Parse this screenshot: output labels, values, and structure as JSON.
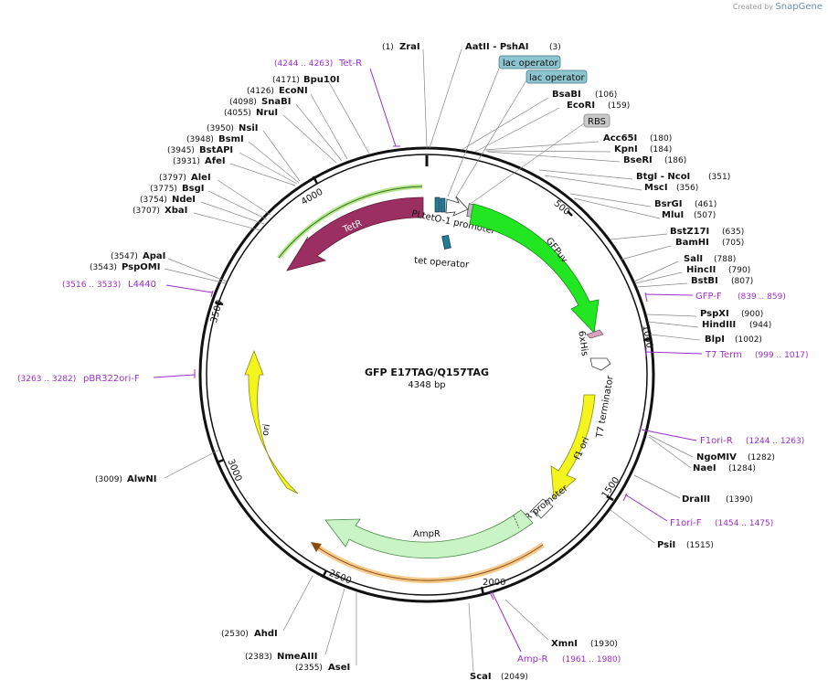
{
  "brand": {
    "created_by": "Created by",
    "product": "SnapGene"
  },
  "plasmid": {
    "name": "GFP E17TAG/Q157TAG",
    "size": "4348 bp"
  },
  "ticks": [
    "500",
    "1000",
    "1500",
    "2000",
    "2500",
    "3000",
    "3500",
    "4000"
  ],
  "sites_right": [
    {
      "pos": "(3)",
      "name": "AatII  - PshAI"
    },
    {
      "pos": "(106)",
      "name": "BsaBI"
    },
    {
      "pos": "(159)",
      "name": "EcoRI"
    },
    {
      "pos": "(180)",
      "name": "Acc65I"
    },
    {
      "pos": "(184)",
      "name": "KpnI"
    },
    {
      "pos": "(186)",
      "name": "BseRI"
    },
    {
      "pos": "(351)",
      "name": "BtgI   - NcoI"
    },
    {
      "pos": "(356)",
      "name": "MscI"
    },
    {
      "pos": "(461)",
      "name": "BsrGI"
    },
    {
      "pos": "(507)",
      "name": "MluI"
    },
    {
      "pos": "(635)",
      "name": "BstZ17I"
    },
    {
      "pos": "(705)",
      "name": "BamHI"
    },
    {
      "pos": "(788)",
      "name": "SalI"
    },
    {
      "pos": "(790)",
      "name": "HincII"
    },
    {
      "pos": "(807)",
      "name": "BstBI"
    },
    {
      "pos": "(900)",
      "name": "PspXI"
    },
    {
      "pos": "(944)",
      "name": "HindIII"
    },
    {
      "pos": "(1002)",
      "name": "BlpI"
    },
    {
      "pos": "(1282)",
      "name": "NgoMIV"
    },
    {
      "pos": "(1284)",
      "name": "NaeI"
    },
    {
      "pos": "(1390)",
      "name": "DraIII"
    },
    {
      "pos": "(1515)",
      "name": "PsiI"
    },
    {
      "pos": "(1930)",
      "name": "XmnI"
    }
  ],
  "sites_left": [
    {
      "pos": "(1)",
      "name": "ZraI"
    },
    {
      "pos": "(4171)",
      "name": "Bpu10I"
    },
    {
      "pos": "(4126)",
      "name": "EcoNI"
    },
    {
      "pos": "(4098)",
      "name": "SnaBI"
    },
    {
      "pos": "(4055)",
      "name": "NruI"
    },
    {
      "pos": "(3950)",
      "name": "NsiI"
    },
    {
      "pos": "(3948)",
      "name": "BsmI"
    },
    {
      "pos": "(3945)",
      "name": "BstAPI"
    },
    {
      "pos": "(3931)",
      "name": "AfeI"
    },
    {
      "pos": "(3797)",
      "name": "AleI"
    },
    {
      "pos": "(3775)",
      "name": "BsgI"
    },
    {
      "pos": "(3754)",
      "name": "NdeI"
    },
    {
      "pos": "(3707)",
      "name": "XbaI"
    },
    {
      "pos": "(3547)",
      "name": "ApaI"
    },
    {
      "pos": "(3543)",
      "name": "PspOMI"
    },
    {
      "pos": "(3009)",
      "name": "AlwNI"
    },
    {
      "pos": "(2530)",
      "name": "AhdI"
    },
    {
      "pos": "(2383)",
      "name": "NmeAIII"
    },
    {
      "pos": "(2355)",
      "name": "AseI"
    }
  ],
  "site_bottom": {
    "name": "ScaI",
    "pos": "(2049)"
  },
  "primers": [
    {
      "name": "Tet-R",
      "range": "(4244 .. 4263)"
    },
    {
      "name": "L4440",
      "range": "(3516 .. 3533)"
    },
    {
      "name": "pBR322ori-F",
      "range": "(3263 .. 3282)"
    },
    {
      "name": "GFP-F",
      "range": "(839 .. 859)"
    },
    {
      "name": "T7 Term",
      "range": "(999 .. 1017)"
    },
    {
      "name": "F1ori-R",
      "range": "(1244 .. 1263)"
    },
    {
      "name": "F1ori-F",
      "range": "(1454 .. 1475)"
    },
    {
      "name": "Amp-R",
      "range": "(1961 .. 1980)"
    }
  ],
  "boxed_features": [
    "lac operator",
    "lac operator",
    "RBS"
  ],
  "features": {
    "tetR": "TetR",
    "pltet": "PLtetO-1 promoter",
    "tetop": "tet operator",
    "gfpuv": "GFPuv",
    "his": "6xHis",
    "t7term": "T7 terminator",
    "f1ori": "f1 ori",
    "amprprom": "AmpR promoter",
    "ampr": "AmpR",
    "ori": "ori"
  },
  "colors": {
    "tetR": "#9b2f62",
    "gfpuv": "#22e622",
    "f1ori": "#f5f51e",
    "ori": "#f5f51e",
    "ampr": "#c9f5c6",
    "primer": "#9b2fc8",
    "box": "#8cc4cf"
  }
}
